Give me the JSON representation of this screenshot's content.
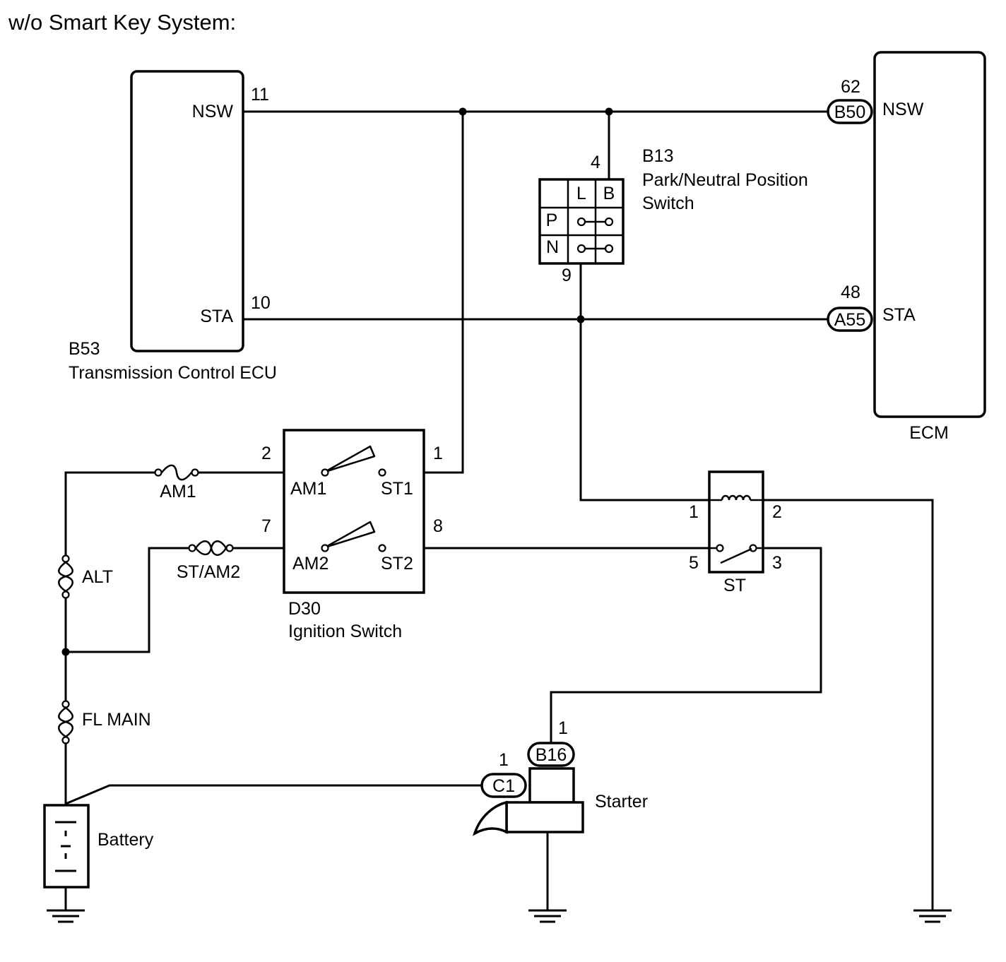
{
  "header": "w/o Smart Key System:",
  "components": {
    "tcu": {
      "code": "B53",
      "name": "Transmission Control ECU",
      "nsw": "NSW",
      "sta": "STA",
      "pin_nsw": "11",
      "pin_sta": "10"
    },
    "ecm": {
      "name": "ECM",
      "nsw": "NSW",
      "sta": "STA",
      "pin_nsw": "62",
      "pin_sta": "48",
      "conn_nsw": "B50",
      "conn_sta": "A55"
    },
    "pnp_switch": {
      "code": "B13",
      "name_line1": "Park/Neutral Position",
      "name_line2": "Switch",
      "col_l": "L",
      "col_b": "B",
      "row_p": "P",
      "row_n": "N",
      "pin_top": "4",
      "pin_bottom": "9"
    },
    "ignition_switch": {
      "code": "D30",
      "name": "Ignition Switch",
      "am1": "AM1",
      "st1": "ST1",
      "am2": "AM2",
      "st2": "ST2",
      "pin_am1": "2",
      "pin_st1": "1",
      "pin_am2": "7",
      "pin_st2": "8"
    },
    "st_relay": {
      "name": "ST",
      "pin1": "1",
      "pin2": "2",
      "pin3": "3",
      "pin5": "5"
    },
    "fuses": {
      "am1": "AM1",
      "st_am2": "ST/AM2",
      "alt": "ALT",
      "fl_main": "FL MAIN"
    },
    "battery": {
      "name": "Battery"
    },
    "starter": {
      "name": "Starter",
      "conn_c1": "C1",
      "pin_c1": "1",
      "conn_b16": "B16",
      "pin_b16": "1"
    }
  },
  "colors": {
    "line": "#000000",
    "background": "#ffffff"
  }
}
